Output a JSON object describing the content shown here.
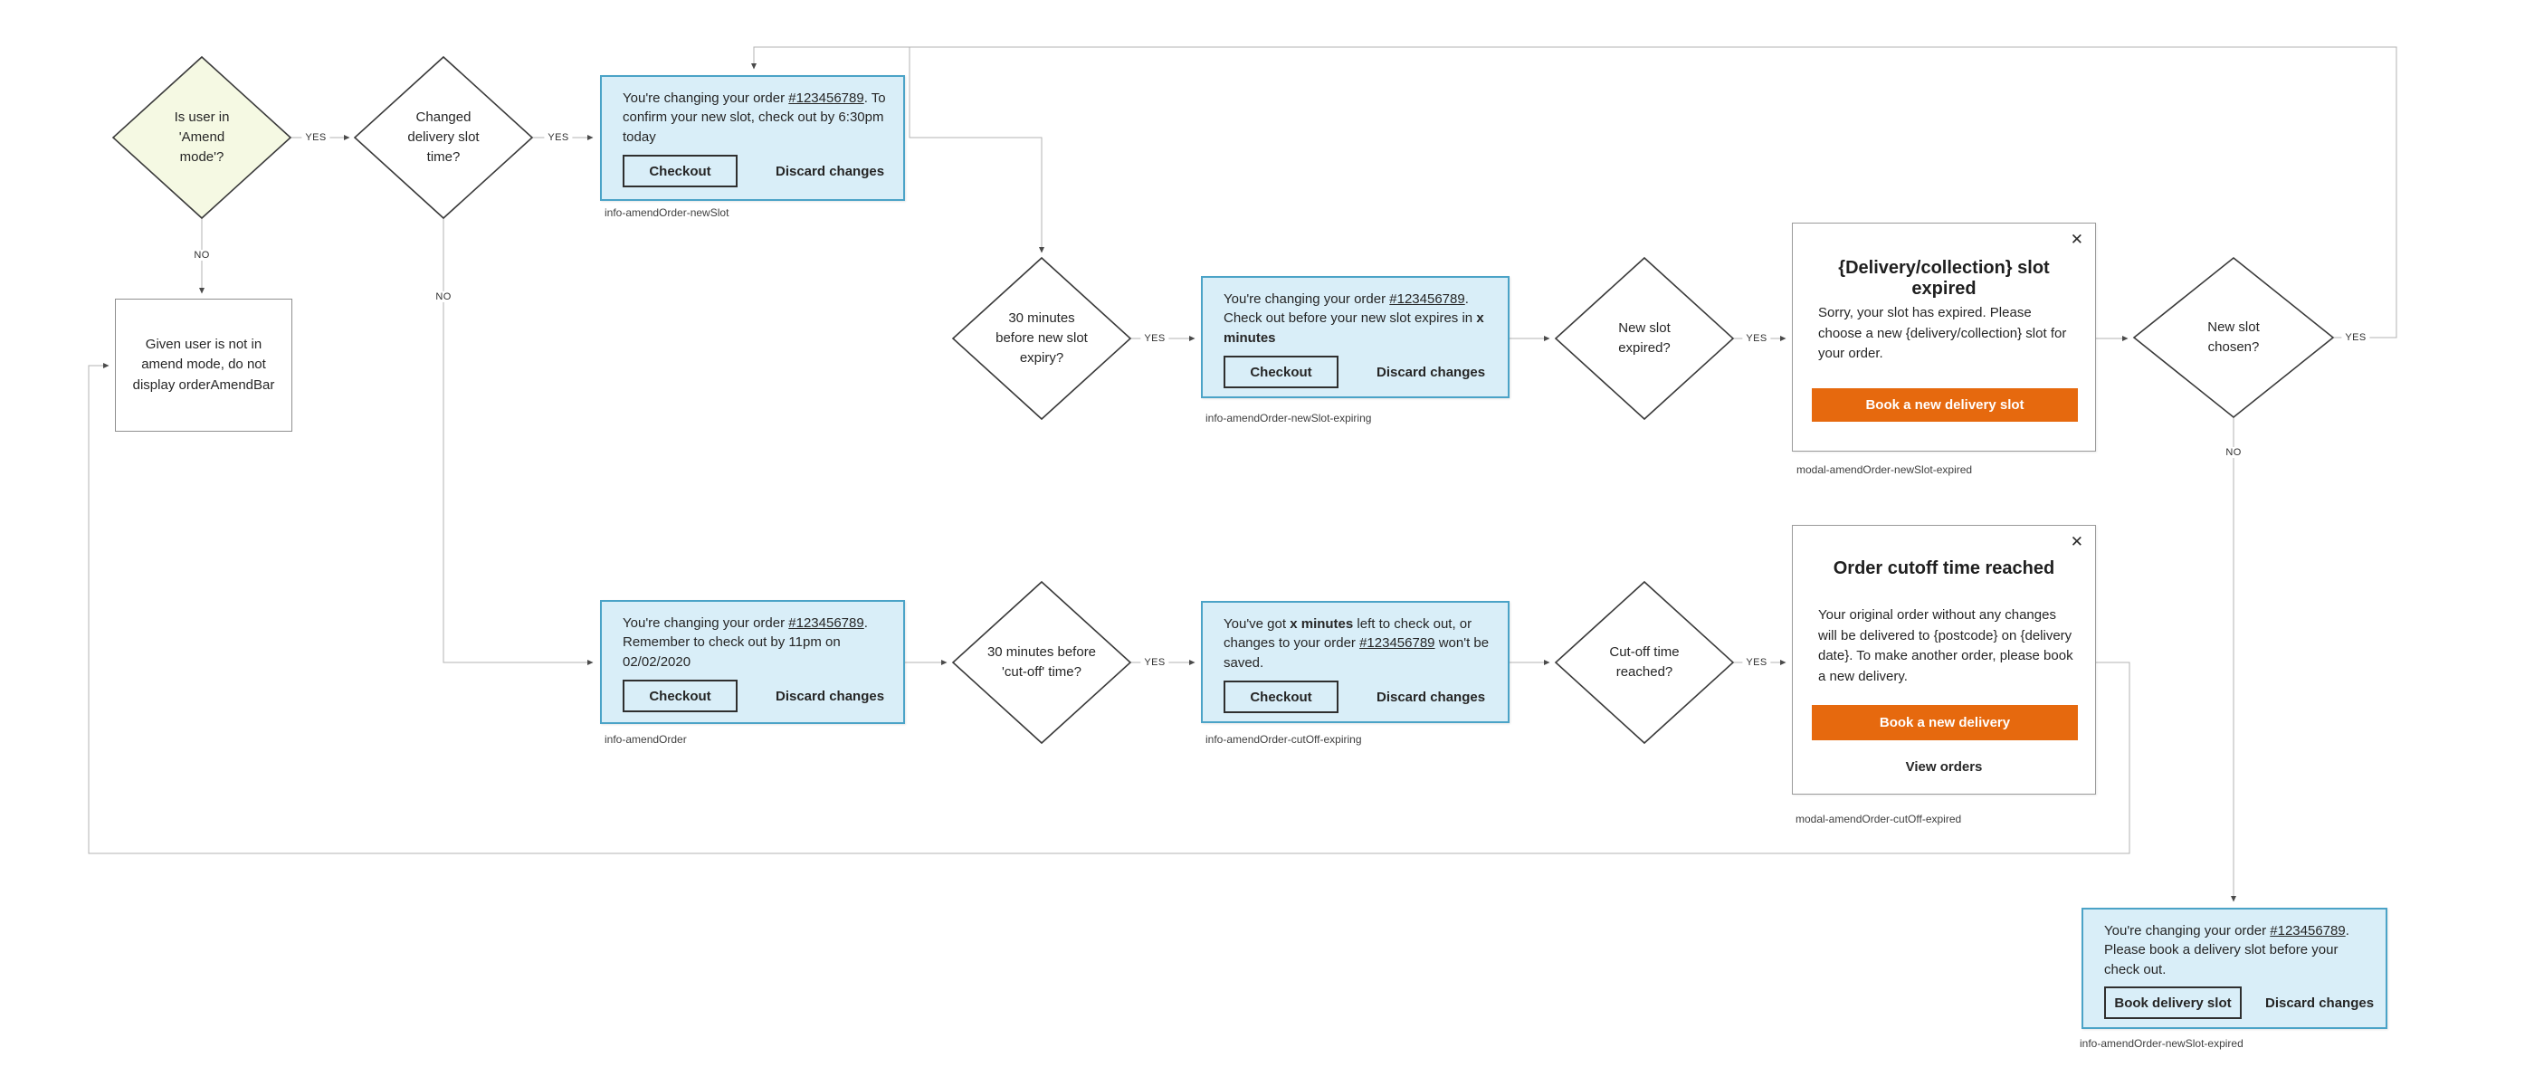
{
  "edge_labels": {
    "yes": "YES",
    "no": "NO"
  },
  "decisions": {
    "amend_mode": {
      "label": "Is user in 'Amend mode'?"
    },
    "changed_slot": {
      "label": "Changed delivery slot time?"
    },
    "newslot_expiring": {
      "label": "30 minutes before new slot expiry?"
    },
    "newslot_expired": {
      "label": "New slot expired?"
    },
    "newslot_chosen": {
      "label": "New slot chosen?"
    },
    "cutoff_expiring": {
      "label": "30 minutes before 'cut-off' time?"
    },
    "cutoff_reached": {
      "label": "Cut-off time reached?"
    }
  },
  "note": {
    "text": "Given user is not in amend mode, do not display orderAmendBar"
  },
  "infobars": {
    "new_slot": {
      "text_pre": "You're changing your order ",
      "order_link": "#123456789",
      "text_post": ". To confirm your new slot, check out by 6:30pm today",
      "primary_button": "Checkout",
      "secondary_button": "Discard changes",
      "caption": "info-amendOrder-newSlot"
    },
    "new_slot_expiring": {
      "text_pre": "You're changing your order ",
      "order_link": "#123456789",
      "text_mid": ". Check out before your new slot expires in ",
      "text_bold": "x minutes",
      "primary_button": "Checkout",
      "secondary_button": "Discard changes",
      "caption": "info-amendOrder-newSlot-expiring"
    },
    "amend_order": {
      "text_pre": "You're changing your order ",
      "order_link": "#123456789",
      "text_post": ". Remember to check out by 11pm on 02/02/2020",
      "primary_button": "Checkout",
      "secondary_button": "Discard changes",
      "caption": "info-amendOrder"
    },
    "cutoff_expiring": {
      "text_pre": "You've got ",
      "text_bold": "x minutes",
      "text_mid": " left to check out, or changes to your order ",
      "order_link": "#123456789",
      "text_post": " won't be saved.",
      "primary_button": "Checkout",
      "secondary_button": "Discard changes",
      "caption": "info-amendOrder-cutOff-expiring"
    },
    "new_slot_expired": {
      "text_pre": "You're changing your order ",
      "order_link": "#123456789",
      "text_post": ". Please book a delivery slot before your check out.",
      "primary_button": "Book delivery slot",
      "secondary_button": "Discard changes",
      "caption": "info-amendOrder-newSlot-expired"
    }
  },
  "modals": {
    "new_slot_expired": {
      "close_icon": "✕",
      "title": "{Delivery/collection} slot expired",
      "body": "Sorry, your slot has expired. Please choose a new {delivery/collection} slot for your order.",
      "primary_button": "Book a new delivery slot",
      "caption": "modal-amendOrder-newSlot-expired"
    },
    "cutoff_expired": {
      "close_icon": "✕",
      "title": "Order cutoff time reached",
      "body": "Your original order without any changes will be delivered to {postcode} on {delivery date}. To make another order, please book a new delivery.",
      "primary_button": "Book a new delivery",
      "secondary_link": "View orders",
      "caption": "modal-amendOrder-cutOff-expired"
    }
  },
  "colors": {
    "info_fill": "#d9eef8",
    "info_border": "#4ba3c7",
    "highlight_diamond_fill": "#f5f9e3",
    "accent_orange": "#e6690e",
    "connector_gray": "#b3b3b3"
  }
}
